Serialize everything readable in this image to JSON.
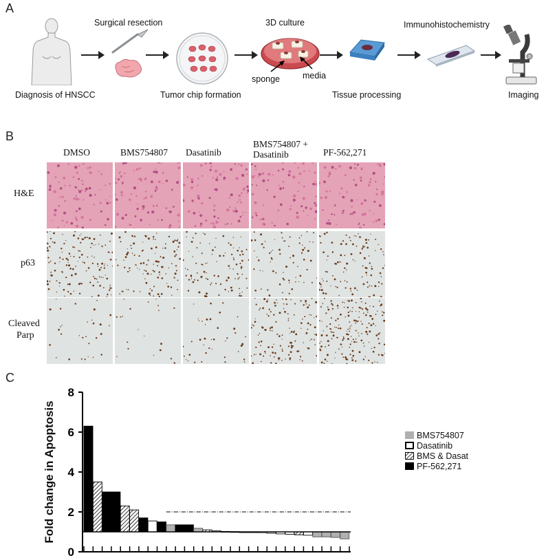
{
  "panels": {
    "a": "A",
    "b": "B",
    "c": "C"
  },
  "workflow": {
    "diagnosis": "Diagnosis of HNSCC",
    "surgical": "Surgical resection",
    "tumor_chip": "Tumor chip formation",
    "culture": "3D culture",
    "sponge": "sponge",
    "media": "media",
    "tissue": "Tissue processing",
    "ihc": "Immunohistochemistry",
    "imaging": "Imaging"
  },
  "grid": {
    "columns": [
      "DMSO",
      "BMS754807",
      "Dasatinib",
      "BMS754807 +",
      "Dasatinib",
      "PF-562,271"
    ],
    "rows": [
      "H&E",
      "p63",
      "Cleaved",
      "Parp"
    ]
  },
  "colors": {
    "he": "#e4a3b6",
    "ihc_bg": "#dfe3e2",
    "nucleus": "#6b3a1a",
    "gray_bar": "#b0b0b0"
  },
  "chart_data": {
    "type": "bar",
    "ylabel": "Fold change in  Apoptosis",
    "ylim": [
      0,
      8
    ],
    "yticks": [
      "0",
      "2",
      "4",
      "6",
      "8"
    ],
    "baseline": 1,
    "threshold": 2,
    "grid": false,
    "legend_position": "right",
    "legend": [
      {
        "name": "BMS754807",
        "style": "gray"
      },
      {
        "name": "Dasatinib",
        "style": "white"
      },
      {
        "name": "BMS & Dasat",
        "style": "hatched"
      },
      {
        "name": "PF-562,271",
        "style": "black"
      }
    ],
    "bars": [
      {
        "value": 6.3,
        "style": "black"
      },
      {
        "value": 3.5,
        "style": "hatched"
      },
      {
        "value": 3.0,
        "style": "black"
      },
      {
        "value": 3.0,
        "style": "black"
      },
      {
        "value": 2.3,
        "style": "hatched"
      },
      {
        "value": 2.1,
        "style": "hatched"
      },
      {
        "value": 1.7,
        "style": "black"
      },
      {
        "value": 1.55,
        "style": "white"
      },
      {
        "value": 1.5,
        "style": "black"
      },
      {
        "value": 1.35,
        "style": "gray"
      },
      {
        "value": 1.35,
        "style": "black"
      },
      {
        "value": 1.35,
        "style": "black"
      },
      {
        "value": 1.18,
        "style": "gray"
      },
      {
        "value": 1.1,
        "style": "hatched"
      },
      {
        "value": 1.05,
        "style": "white"
      },
      {
        "value": 1.02,
        "style": "white"
      },
      {
        "value": 1.01,
        "style": "white"
      },
      {
        "value": 1.0,
        "style": "white"
      },
      {
        "value": 1.0,
        "style": "white"
      },
      {
        "value": 0.95,
        "style": "gray"
      },
      {
        "value": 0.93,
        "style": "white"
      },
      {
        "value": 0.9,
        "style": "white"
      },
      {
        "value": 0.88,
        "style": "white"
      },
      {
        "value": 0.85,
        "style": "hatched"
      },
      {
        "value": 0.83,
        "style": "white"
      },
      {
        "value": 0.75,
        "style": "gray"
      },
      {
        "value": 0.75,
        "style": "gray"
      },
      {
        "value": 0.72,
        "style": "gray"
      },
      {
        "value": 0.65,
        "style": "gray"
      }
    ]
  }
}
